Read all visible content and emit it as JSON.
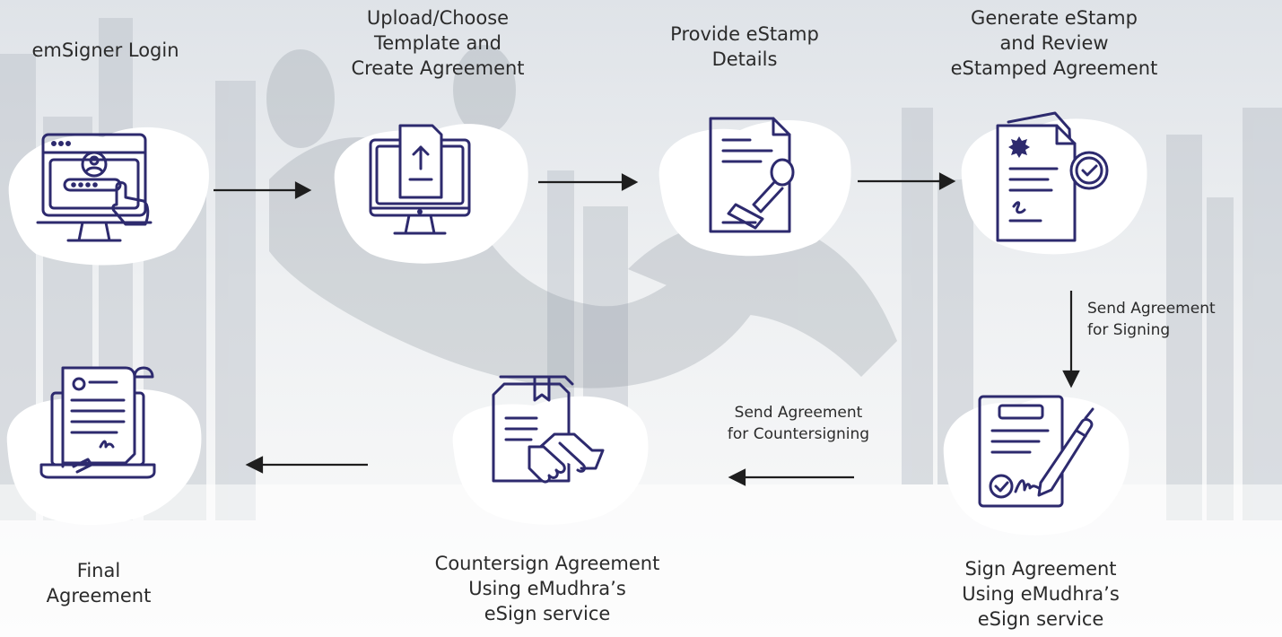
{
  "accent_color": "#2d2a6e",
  "text_color": "#2b2b2b",
  "steps": [
    {
      "id": "login",
      "label": "emSigner Login",
      "icon": "computer-login-icon"
    },
    {
      "id": "upload",
      "label": "Upload/Choose\nTemplate and\nCreate Agreement",
      "icon": "monitor-upload-icon"
    },
    {
      "id": "estamp",
      "label": "Provide eStamp\nDetails",
      "icon": "document-stamp-icon"
    },
    {
      "id": "generate",
      "label": "Generate eStamp\nand Review\neStamped Agreement",
      "icon": "certified-document-check-icon"
    },
    {
      "id": "sign",
      "label": "Sign Agreement\nUsing eMudhra’s\neSign service",
      "icon": "document-pen-sign-icon"
    },
    {
      "id": "countersign",
      "label": "Countersign Agreement\nUsing eMudhra’s\neSign service",
      "icon": "document-handshake-icon"
    },
    {
      "id": "final",
      "label": "Final\nAgreement",
      "icon": "laptop-document-icon"
    }
  ],
  "edges": [
    {
      "from": "login",
      "to": "upload",
      "label": ""
    },
    {
      "from": "upload",
      "to": "estamp",
      "label": ""
    },
    {
      "from": "estamp",
      "to": "generate",
      "label": ""
    },
    {
      "from": "generate",
      "to": "sign",
      "label": "Send Agreement\nfor Signing"
    },
    {
      "from": "sign",
      "to": "countersign",
      "label": "Send Agreement\nfor Countersigning"
    },
    {
      "from": "countersign",
      "to": "final",
      "label": ""
    }
  ]
}
